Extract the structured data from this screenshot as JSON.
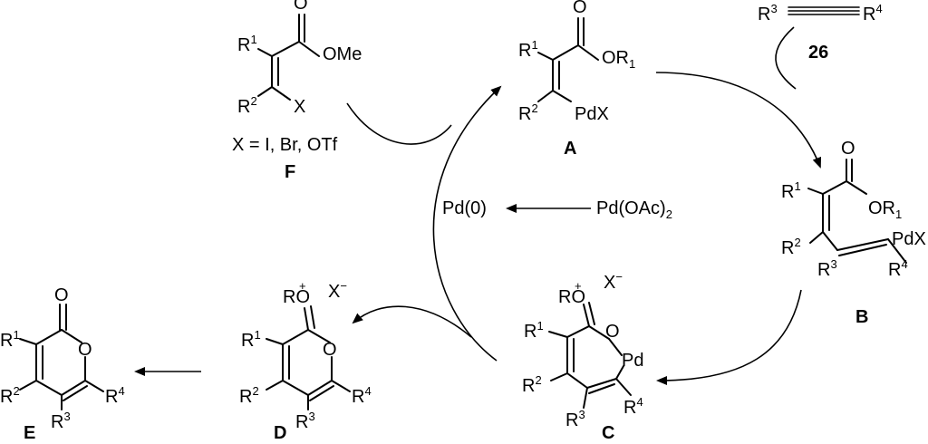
{
  "labels": {
    "compound_A": "A",
    "compound_B": "B",
    "compound_C": "C",
    "compound_D": "D",
    "compound_E": "E",
    "compound_F": "F",
    "alkyne_id": "26"
  },
  "text": {
    "ome": "OMe",
    "x": "X",
    "x_condition": "X = I, Br, OTf",
    "o": "O",
    "or1_main": "OR",
    "r1_sub": "1",
    "pdx": "PdX",
    "pd": "Pd",
    "ro": "RO",
    "plus": "+",
    "x_minus": "X",
    "minus": "−",
    "pd0": "Pd(0)",
    "pdoac2_main": "Pd(OAc)",
    "pdoac2_sub": "2",
    "r": "R",
    "s1": "1",
    "s2": "2",
    "s3": "3",
    "s4": "4"
  }
}
